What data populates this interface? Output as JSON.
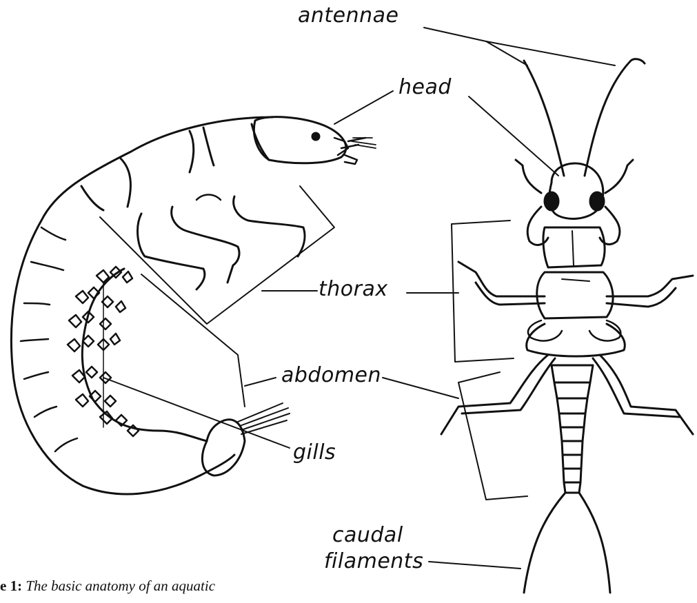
{
  "labels": {
    "antennae": "antennae",
    "head": "head",
    "thorax": "thorax",
    "abdomen": "abdomen",
    "gills": "gills",
    "caudal_line1": "caudal",
    "caudal_line2": "filaments"
  },
  "caption": {
    "prefix": "e 1:",
    "text": "The basic anatomy of an aquatic"
  },
  "colors": {
    "ink": "#111111",
    "background": "#ffffff"
  }
}
